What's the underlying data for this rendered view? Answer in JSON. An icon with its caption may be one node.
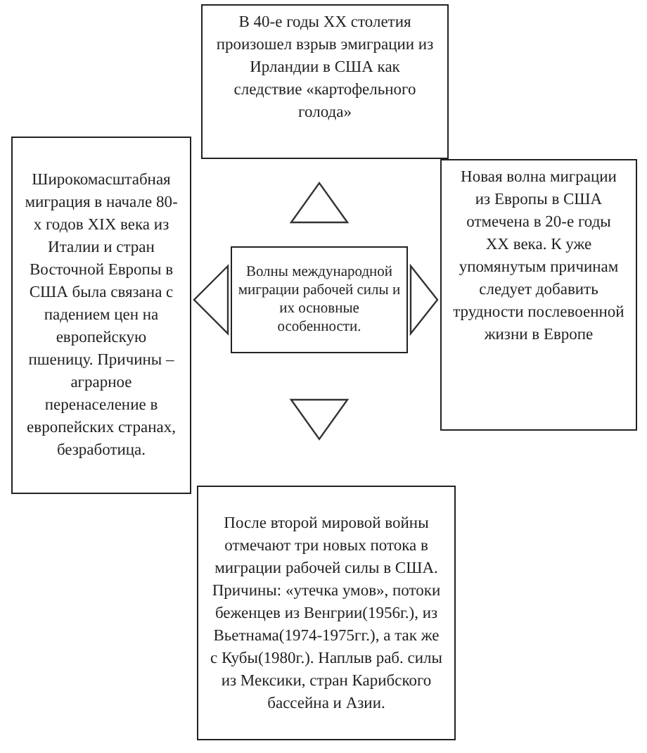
{
  "diagram": {
    "nodes": [
      {
        "text": [
          "В 40-е годы XX столетия произошел взрыв эмиграции из Ирландии в США как следствие «картофельного голода»"
        ]
      },
      {
        "text": [
          "Широкомасштабная миграция в начале 80-х годов XIX века из Италии и стран Восточной Европы в США была связана с падением цен на европейскую пшеницу. Причины – аграрное перенаселение в европейских странах, безработица."
        ]
      },
      {
        "text": [
          "Волны международной миграции рабочей силы и их основные особенности."
        ]
      },
      {
        "text": [
          "Новая волна миграции из Европы в США отмечена в 20-е годы XX века. К уже упомянутым причинам следует добавить трудности послевоенной жизни в Европе"
        ]
      },
      {
        "text": [
          "После второй мировой войны отмечают три новых потока в миграции рабочей силы в США. Причины: «утечка умов», потоки беженцев из Венгрии(1956г.), из Вьетнама(1974-1975гг.), а так же с Кубы(1980г.). Наплыв раб. силы из Мексики, стран Карибского бассейна и Азии."
        ]
      }
    ],
    "edges": [
      {
        "from": 2,
        "to": 0,
        "arrow": "to"
      },
      {
        "from": 2,
        "to": 1,
        "arrow": "to"
      },
      {
        "from": 2,
        "to": 3,
        "arrow": "to"
      },
      {
        "from": 2,
        "to": 4,
        "arrow": "to"
      }
    ]
  }
}
